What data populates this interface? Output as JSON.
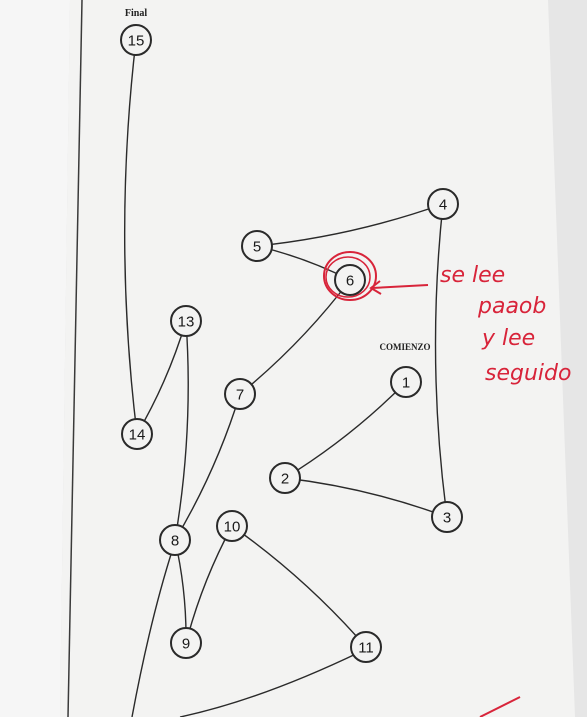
{
  "labels": {
    "final": "Final",
    "start": "COMIENZO"
  },
  "annotation": {
    "lines": [
      "se lee",
      "paaob",
      "y lee",
      "seguido"
    ]
  },
  "colors": {
    "ink": "#2a2a2a",
    "red": "#d8243a",
    "paper": "#f3f3f2"
  },
  "nodes": [
    {
      "id": "1",
      "label": "1"
    },
    {
      "id": "2",
      "label": "2"
    },
    {
      "id": "3",
      "label": "3"
    },
    {
      "id": "4",
      "label": "4"
    },
    {
      "id": "5",
      "label": "5"
    },
    {
      "id": "6",
      "label": "6"
    },
    {
      "id": "7",
      "label": "7"
    },
    {
      "id": "8",
      "label": "8"
    },
    {
      "id": "9",
      "label": "9"
    },
    {
      "id": "10",
      "label": "10"
    },
    {
      "id": "11",
      "label": "11"
    },
    {
      "id": "13",
      "label": "13"
    },
    {
      "id": "14",
      "label": "14"
    },
    {
      "id": "15",
      "label": "15"
    }
  ],
  "edges": [
    [
      "1",
      "2"
    ],
    [
      "2",
      "3"
    ],
    [
      "3",
      "4"
    ],
    [
      "4",
      "5"
    ],
    [
      "5",
      "6"
    ],
    [
      "6",
      "7"
    ],
    [
      "7",
      "8"
    ],
    [
      "8",
      "9"
    ],
    [
      "9",
      "10"
    ],
    [
      "10",
      "11"
    ],
    [
      "13",
      "8"
    ],
    [
      "13",
      "14"
    ],
    [
      "14",
      "15"
    ]
  ]
}
